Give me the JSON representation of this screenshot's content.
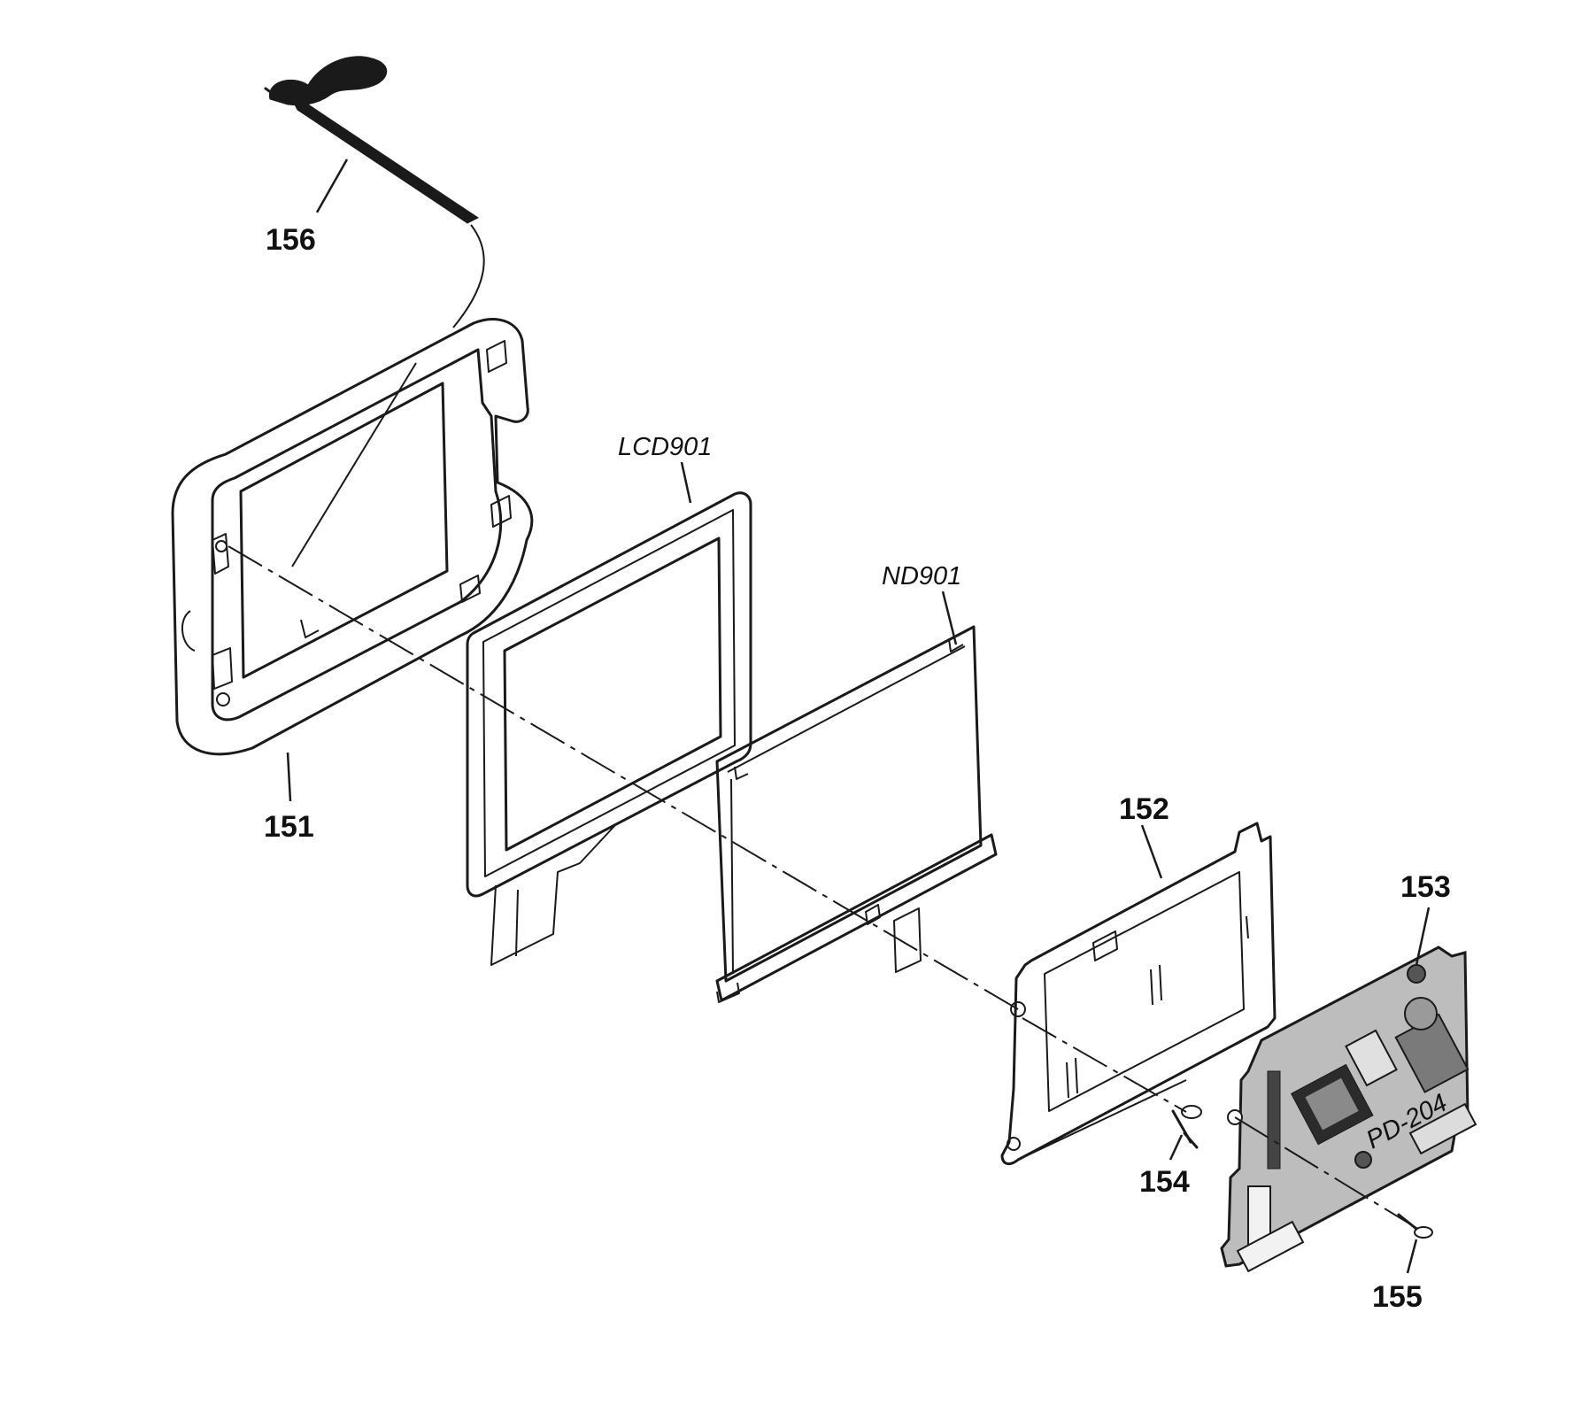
{
  "labels": {
    "p151": "151",
    "p152": "152",
    "p153": "153",
    "p154": "154",
    "p155": "155",
    "p156": "156",
    "lcd": "LCD901",
    "nd": "ND901",
    "board": "PD-204"
  }
}
